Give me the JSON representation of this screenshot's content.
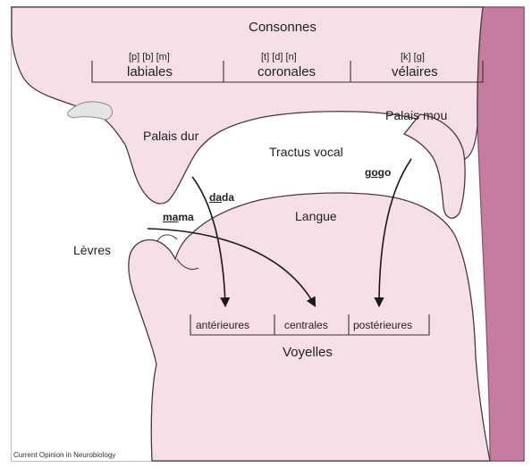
{
  "consonants": {
    "heading": "Consonnes",
    "groups": [
      {
        "phonemes": "[p] [b] [m]",
        "name": "labiales"
      },
      {
        "phonemes": "[t] [d] [n]",
        "name": "coronales"
      },
      {
        "phonemes": "[k] [g]",
        "name": "vélaires"
      }
    ]
  },
  "anatomy": {
    "hard_palate": "Palais dur",
    "soft_palate": "Palais mou",
    "vocal_tract": "Tractus vocal",
    "tongue": "Langue",
    "lips": "Lèvres"
  },
  "words": {
    "dada": {
      "underlined": "da",
      "rest": "da"
    },
    "mama": {
      "underlined": "ma",
      "rest": "ma"
    },
    "gogo": {
      "underlined": "go",
      "rest": "go"
    }
  },
  "vowels": {
    "heading": "Voyelles",
    "groups": [
      "antérieures",
      "centrales",
      "postérieures"
    ]
  },
  "credit": "Current Opinion in Neurobiology",
  "colors": {
    "tissue": "#f7dfe6",
    "tissue_outline": "#4a3a40",
    "throat_wall": "#c67ba0",
    "teeth": "#e4e4e4",
    "arrow": "#1a1a1a"
  }
}
